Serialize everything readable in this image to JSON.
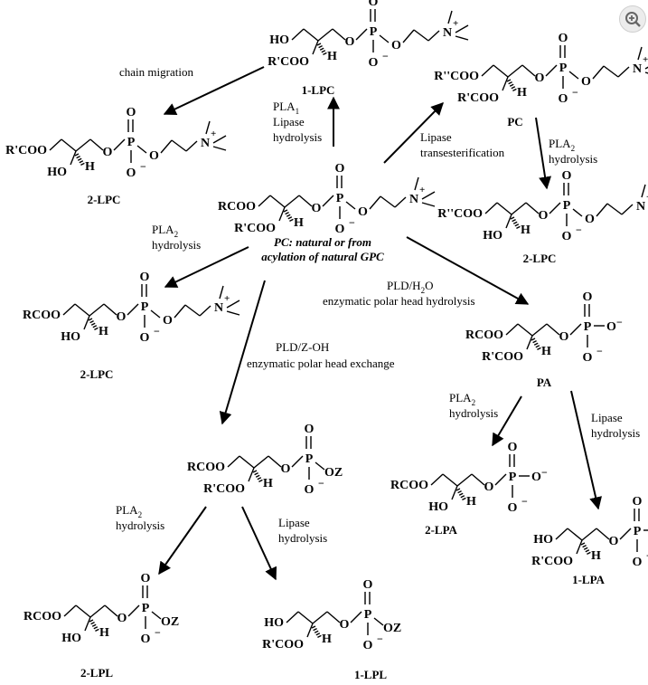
{
  "toolbar": {
    "zoom_icon": "zoom-in-icon"
  },
  "atoms": {
    "P": "P",
    "O": "O",
    "H": "H",
    "N": "N",
    "plus": "+",
    "minus": "−",
    "Z": "Z",
    "HO": "HO",
    "RCOO": "RCOO",
    "R1COO": "R'COO",
    "R2COO": "R''COO",
    "OZ": "OZ"
  },
  "molecules": {
    "lpc1_top": "1-LPC",
    "lpc2_left": "2-LPC",
    "pc_right": "PC",
    "lpc2_right": "2-LPC",
    "lpc2_mid": "2-LPC",
    "pa": "PA",
    "lpa2": "2-LPA",
    "lpa1": "1-LPA",
    "lpl2": "2-LPL",
    "lpl1": "1-LPL",
    "pc_center_caption": [
      "PC: natural or from",
      "acylation of natural GPC"
    ]
  },
  "reactions": {
    "chain_migration": "chain migration",
    "pla1": {
      "enzyme": "PLA",
      "sub": "1",
      "lines": [
        "Lipase",
        "hydrolysis"
      ]
    },
    "lipase_transesterification": [
      "Lipase",
      "transesterification"
    ],
    "pla2_right": {
      "enzyme": "PLA",
      "sub": "2",
      "line2": "hydrolysis"
    },
    "pla2_left": {
      "enzyme": "PLA",
      "sub": "2",
      "line2": "hydrolysis"
    },
    "pld_h2o": {
      "l1a": "PLD/H",
      "sub": "2",
      "l1b": "O",
      "line2": "enzymatic polar head  hydrolysis"
    },
    "pld_zoh": {
      "line1": "PLD/Z-OH",
      "line2": "enzymatic polar head exchange"
    },
    "pla2_pa": {
      "enzyme": "PLA",
      "sub": "2",
      "line2": "hydrolysis"
    },
    "lipase_pa": [
      "Lipase",
      "hydrolysis"
    ],
    "pla2_lpl": {
      "enzyme": "PLA",
      "sub": "2",
      "line2": "hydrolysis"
    },
    "lipase_lpl": [
      "Lipase",
      "hydrolysis"
    ]
  }
}
